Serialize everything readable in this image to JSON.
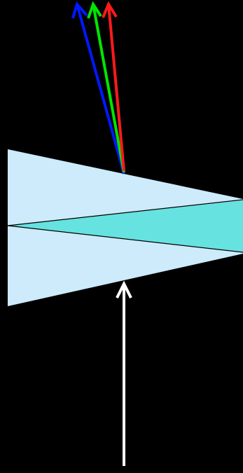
{
  "diagram": {
    "background_color": "#000000",
    "prisms": [
      {
        "name": "upper-prism",
        "color": "#CDEBFB",
        "role": "outer"
      },
      {
        "name": "middle-prism",
        "color": "#66E2E0",
        "role": "inner"
      },
      {
        "name": "lower-prism",
        "color": "#CDEBFB",
        "role": "outer"
      }
    ],
    "incident_ray": {
      "name": "incident-white-ray",
      "color": "#FFFFFF"
    },
    "dispersed_rays": [
      {
        "name": "blue-ray",
        "color": "#0019FF"
      },
      {
        "name": "green-ray",
        "color": "#00E600"
      },
      {
        "name": "red-ray",
        "color": "#FF1A1A"
      }
    ]
  }
}
